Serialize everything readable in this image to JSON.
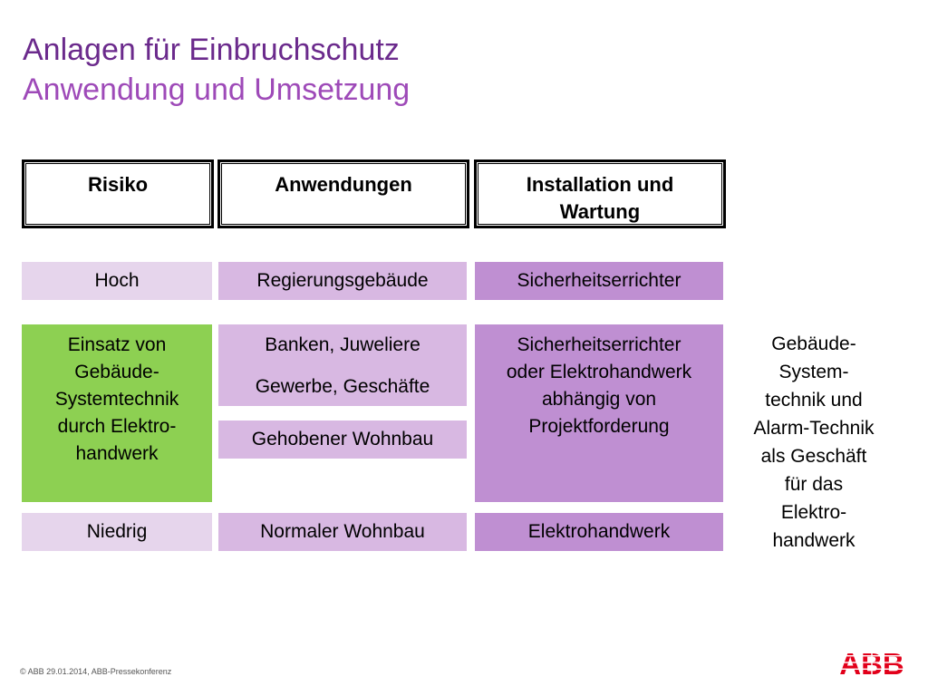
{
  "title": {
    "line1": "Anlagen für Einbruchschutz",
    "line2": "Anwendung und Umsetzung"
  },
  "headers": {
    "risk": "Risiko",
    "applications": "Anwendungen",
    "installation_line1": "Installation und",
    "installation_line2": "Wartung"
  },
  "rows": {
    "high": {
      "risk": "Hoch",
      "application": "Regierungsgebäude",
      "installer": "Sicherheitserrichter"
    },
    "middle": {
      "risk_lines": [
        "Einsatz von",
        "Gebäude-",
        "Systemtechnik",
        "durch Elektro-",
        "handwerk"
      ],
      "applications": [
        "Banken, Juweliere",
        "Gewerbe, Geschäfte"
      ],
      "application_extra": "Gehobener Wohnbau",
      "installer_lines": [
        "Sicherheitserrichter",
        "oder Elektrohandwerk",
        "abhängig von",
        "Projektforderung"
      ]
    },
    "low": {
      "risk": "Niedrig",
      "application": "Normaler Wohnbau",
      "installer": "Elektrohandwerk"
    }
  },
  "side_note_lines": [
    "Gebäude-",
    "System-",
    "technik und",
    "Alarm-Technik",
    "als Geschäft",
    "für das",
    "Elektro-",
    "handwerk"
  ],
  "footer": "© ABB  29.01.2014, ABB-Pressekonferenz",
  "logo": {
    "icon": "abb-logo-icon",
    "text": "ABB",
    "color": "#e2001a"
  },
  "colors": {
    "title_primary": "#6b2a8c",
    "title_secondary": "#9e4ab8",
    "box_light": "#e6d5ec",
    "box_mid": "#d8b8e2",
    "box_dark": "#bf8fd2",
    "box_green": "#8dd052"
  }
}
